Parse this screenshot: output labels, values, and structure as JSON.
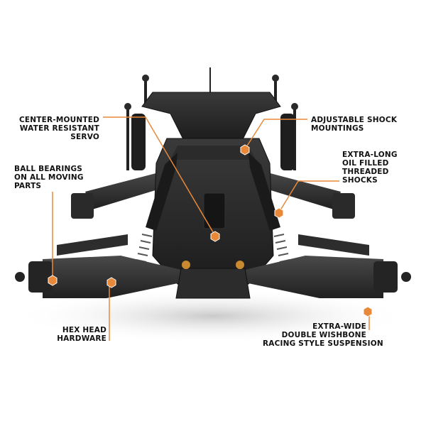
{
  "accent_color": "#e8893a",
  "callouts": {
    "servo": {
      "lines": [
        "CENTER-MOUNTED",
        "WATER RESISTANT",
        "SERVO"
      ]
    },
    "bearings": {
      "lines": [
        "BALL BEARINGS",
        "ON ALL MOVING",
        "PARTS"
      ]
    },
    "hardware": {
      "lines": [
        "HEX HEAD",
        "HARDWARE"
      ]
    },
    "mounting": {
      "lines": [
        "ADJUSTABLE SHOCK",
        "MOUNTINGS"
      ]
    },
    "shocks": {
      "lines": [
        "EXTRA-LONG",
        "OIL FILLED",
        "THREADED",
        "SHOCKS"
      ]
    },
    "suspension": {
      "lines": [
        "EXTRA-WIDE",
        "DOUBLE WISHBONE",
        "RACING STYLE SUSPENSION"
      ]
    }
  }
}
